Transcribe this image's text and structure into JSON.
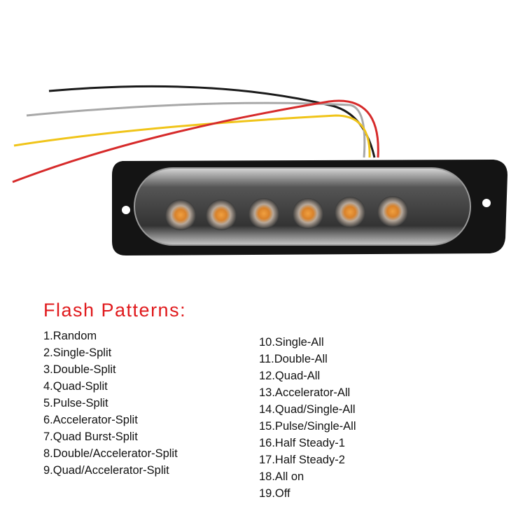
{
  "product": {
    "description_icon": "led-strobe-light-6-led-amber",
    "led_count": 6,
    "colors": {
      "housing": "#141414",
      "led": "#e08a2e",
      "wire_red": "#d62a2a",
      "wire_yellow": "#f0c419",
      "wire_gray": "#a8a8a8",
      "wire_black": "#1a1a1a"
    }
  },
  "flash_patterns": {
    "title": "Flash Patterns:",
    "title_color": "#e0191c",
    "left": [
      "1.Random",
      "2.Single-Split",
      "3.Double-Split",
      "4.Quad-Split",
      "5.Pulse-Split",
      "6.Accelerator-Split",
      "7.Quad Burst-Split",
      "8.Double/Accelerator-Split",
      "9.Quad/Accelerator-Split"
    ],
    "right": [
      "10.Single-All",
      "11.Double-All",
      "12.Quad-All",
      "13.Accelerator-All",
      "14.Quad/Single-All",
      "15.Pulse/Single-All",
      "16.Half Steady-1",
      "17.Half Steady-2",
      "18.All on",
      "19.Off"
    ]
  }
}
